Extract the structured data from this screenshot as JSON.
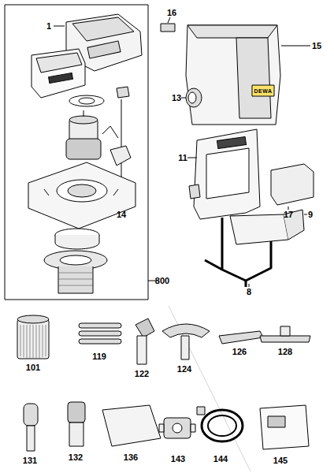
{
  "diagram": {
    "labels": [
      "1",
      "16",
      "15",
      "13",
      "14",
      "11",
      "17",
      "9",
      "8",
      "800",
      "DEWA",
      "101",
      "119",
      "122",
      "124",
      "126",
      "128",
      "131",
      "132",
      "136",
      "143",
      "144",
      "145"
    ]
  }
}
